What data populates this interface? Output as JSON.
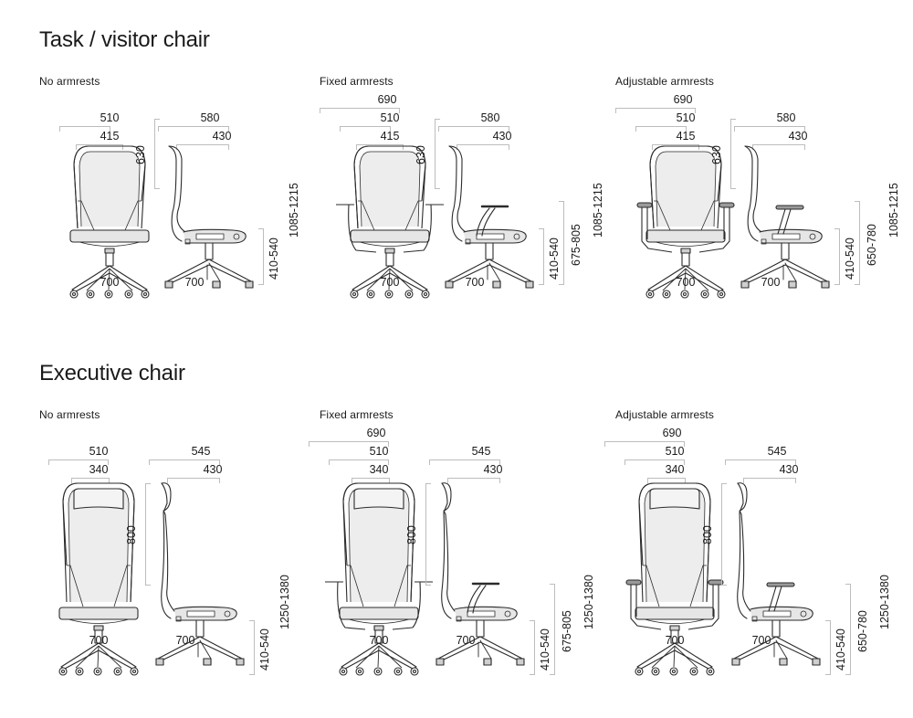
{
  "sections": [
    {
      "title": "Task / visitor chair",
      "type": "task",
      "variants": [
        {
          "title": "No armrests",
          "arms": "none",
          "front": {
            "overall_width": null,
            "seat_width": "510",
            "back_width": "415",
            "base": "700"
          },
          "side": {
            "depth": "580",
            "seat_depth": "430",
            "back_height": "630",
            "seat_height": "410-540",
            "arm_height": null,
            "total_height": "1085-1215",
            "base": "700"
          }
        },
        {
          "title": "Fixed armrests",
          "arms": "fixed",
          "front": {
            "overall_width": "690",
            "seat_width": "510",
            "back_width": "415",
            "base": "700"
          },
          "side": {
            "depth": "580",
            "seat_depth": "430",
            "back_height": "630",
            "seat_height": "410-540",
            "arm_height": "675-805",
            "total_height": "1085-1215",
            "base": "700"
          }
        },
        {
          "title": "Adjustable armrests",
          "arms": "adjustable",
          "front": {
            "overall_width": "690",
            "seat_width": "510",
            "back_width": "415",
            "base": "700"
          },
          "side": {
            "depth": "580",
            "seat_depth": "430",
            "back_height": "630",
            "seat_height": "410-540",
            "arm_height": "650-780",
            "total_height": "1085-1215",
            "base": "700"
          }
        }
      ]
    },
    {
      "title": "Executive chair",
      "type": "executive",
      "variants": [
        {
          "title": "No armrests",
          "arms": "none",
          "front": {
            "overall_width": null,
            "seat_width": "510",
            "back_width": "340",
            "base": "700"
          },
          "side": {
            "depth": "545",
            "seat_depth": "430",
            "back_height": "800",
            "seat_height": "410-540",
            "arm_height": null,
            "total_height": "1250-1380",
            "base": "700"
          }
        },
        {
          "title": "Fixed armrests",
          "arms": "fixed",
          "front": {
            "overall_width": "690",
            "seat_width": "510",
            "back_width": "340",
            "base": "700"
          },
          "side": {
            "depth": "545",
            "seat_depth": "430",
            "back_height": "800",
            "seat_height": "410-540",
            "arm_height": "675-805",
            "total_height": "1250-1380",
            "base": "700"
          }
        },
        {
          "title": "Adjustable armrests",
          "arms": "adjustable",
          "front": {
            "overall_width": "690",
            "seat_width": "510",
            "back_width": "340",
            "base": "700"
          },
          "side": {
            "depth": "545",
            "seat_depth": "430",
            "back_height": "800",
            "seat_height": "410-540",
            "arm_height": "650-780",
            "total_height": "1250-1380",
            "base": "700"
          }
        }
      ]
    }
  ],
  "colors": {
    "line": "#2b2b2b",
    "dimension_line": "#bdbdbd",
    "seat_fill": "#e6e6e6",
    "mesh_fill": "#ededed"
  }
}
